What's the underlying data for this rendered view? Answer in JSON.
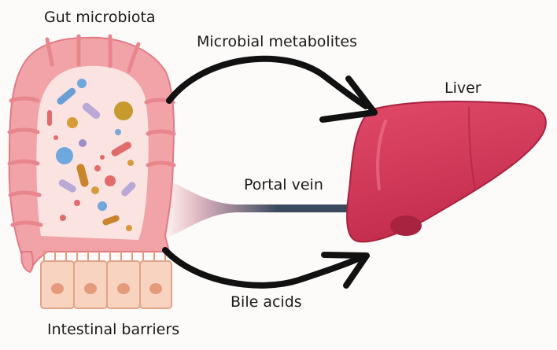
{
  "labels": {
    "gut_microbiota": "Gut microbiota",
    "microbial_metabolites": "Microbial metabolites",
    "liver": "Liver",
    "portal_vein": "Portal vein",
    "bile_acids": "Bile acids",
    "intestinal_barriers": "Intestinal barriers"
  },
  "colors": {
    "gut_outer": "#f2a3a8",
    "gut_inner": "#fbe3e1",
    "gut_band": "#e8868e",
    "liver": "#d63a5a",
    "liver_dark": "#a8233f",
    "portal_vein": "#3c4a5e",
    "cell_fill": "#f7d3c0",
    "cell_nucleus": "#e59a7c",
    "arrow": "#111111"
  }
}
